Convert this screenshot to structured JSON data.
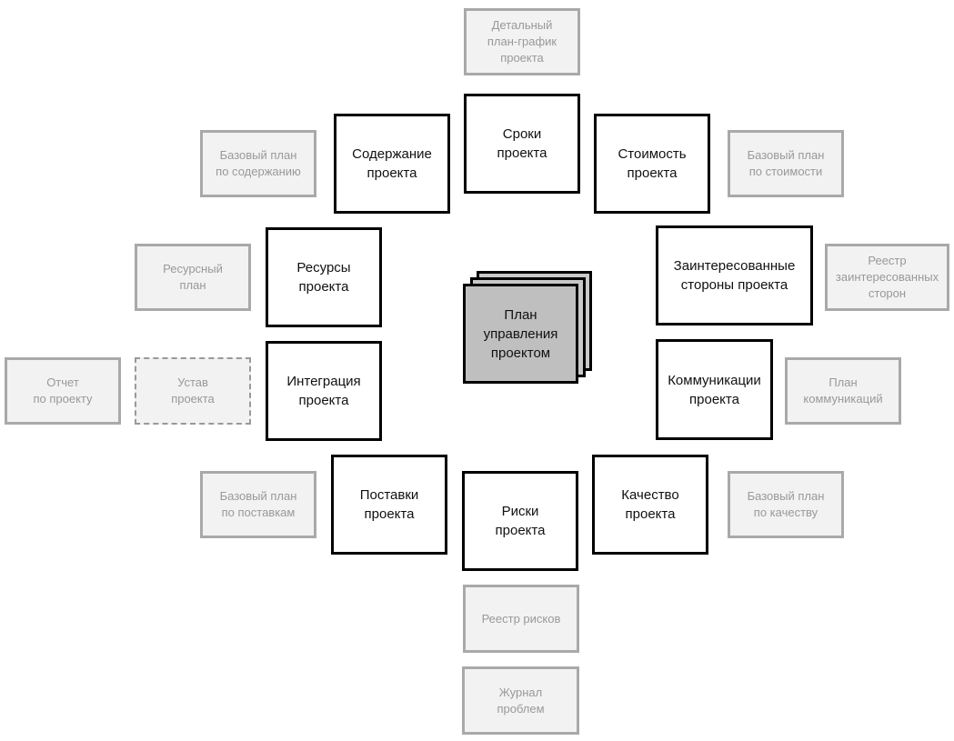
{
  "center": {
    "label": "План\nуправления\nпроектом"
  },
  "areas": {
    "schedule": "Сроки\nпроекта",
    "scope": "Содержание\nпроекта",
    "cost": "Стоимость\nпроекта",
    "resources": "Ресурсы\nпроекта",
    "stakeholders": "Заинтересованные\nстороны проекта",
    "integration": "Интеграция\nпроекта",
    "communications": "Коммуникации\nпроекта",
    "procurement": "Поставки\nпроекта",
    "risks": "Риски\nпроекта",
    "quality": "Качество\nпроекта"
  },
  "documents": {
    "detailed_schedule": "Детальный\nплан-график\nпроекта",
    "scope_baseline": "Базовый план\nпо содержанию",
    "cost_baseline": "Базовый план\nпо стоимости",
    "resource_plan": "Ресурсный\nплан",
    "stakeholder_register": "Реестр\nзаинтересованных\nсторон",
    "project_report": "Отчет\nпо проекту",
    "project_charter": "Устав\nпроекта",
    "communications_plan": "План\nкоммуникаций",
    "procurement_baseline": "Базовый план\nпо поставкам",
    "quality_baseline": "Базовый план\nпо качеству",
    "risk_register": "Реестр рисков",
    "issue_log": "Журнал\nпроблем"
  },
  "colors": {
    "area_border": "#000000",
    "doc_border": "#a9a9a9",
    "doc_fill": "#f2f2f2",
    "doc_text": "#999999",
    "center_fill": "#bfbfbf"
  }
}
